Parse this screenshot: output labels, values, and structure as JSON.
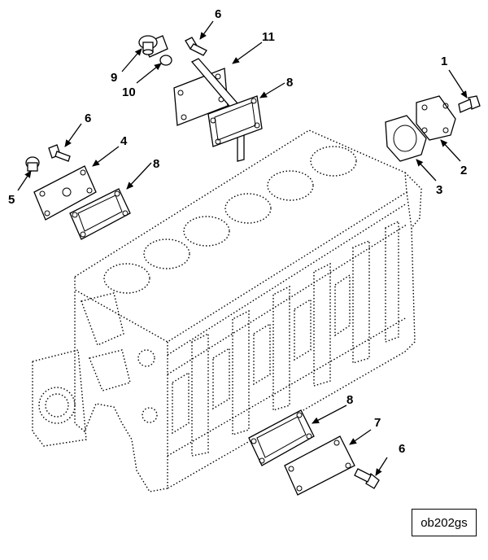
{
  "callouts": [
    {
      "id": "c1",
      "label": "1"
    },
    {
      "id": "c2",
      "label": "2"
    },
    {
      "id": "c3",
      "label": "3"
    },
    {
      "id": "c4",
      "label": "4"
    },
    {
      "id": "c5",
      "label": "5"
    },
    {
      "id": "c6a",
      "label": "6"
    },
    {
      "id": "c6b",
      "label": "6"
    },
    {
      "id": "c6c",
      "label": "6"
    },
    {
      "id": "c7",
      "label": "7"
    },
    {
      "id": "c8a",
      "label": "8"
    },
    {
      "id": "c8b",
      "label": "8"
    },
    {
      "id": "c8c",
      "label": "8"
    },
    {
      "id": "c9",
      "label": "9"
    },
    {
      "id": "c10",
      "label": "10"
    },
    {
      "id": "c11",
      "label": "11"
    }
  ],
  "reference": "ob202gs"
}
